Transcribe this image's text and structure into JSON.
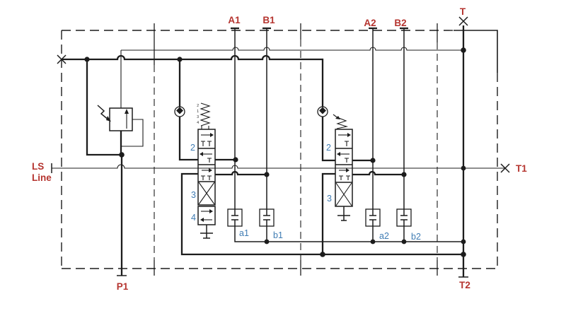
{
  "colors": {
    "line": "#1c1c1c",
    "port_label": "#b5342f",
    "component_label": "#3f7cb3",
    "background": "#ffffff"
  },
  "ports": {
    "a1": "A1",
    "b1": "B1",
    "a2": "A2",
    "b2": "B2",
    "t": "T",
    "t1": "T1",
    "t2": "T2",
    "p1": "P1",
    "ls_word1": "LS",
    "ls_word2": "Line"
  },
  "valve1": {
    "pos2": "2",
    "pos3": "3",
    "pos4": "4",
    "spring_ticks": [
      "2",
      "1",
      "3",
      "4"
    ]
  },
  "valve2": {
    "pos2": "2",
    "pos3": "3"
  },
  "work_ports": {
    "a1": "a1",
    "b1": "b1",
    "a2": "a2",
    "b2": "b2"
  }
}
